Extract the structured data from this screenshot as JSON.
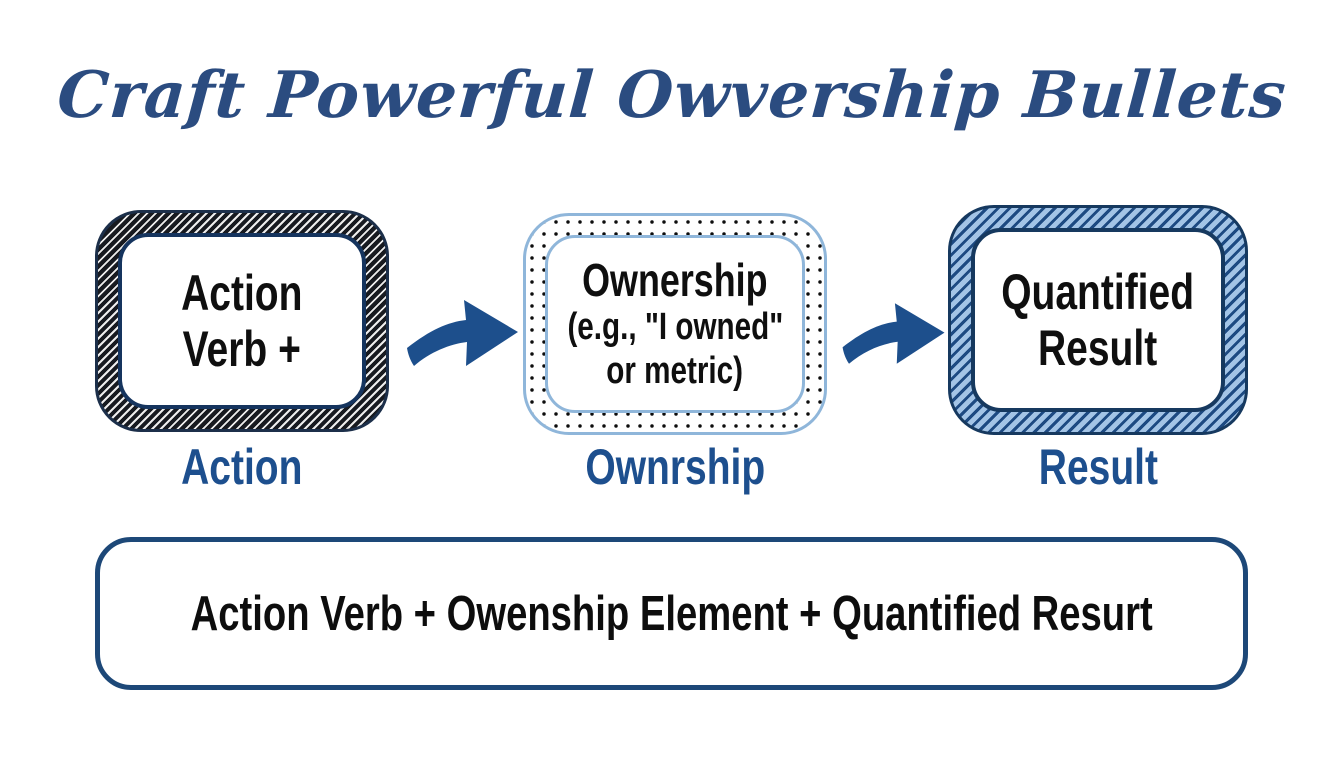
{
  "title": "Craft Powerful Owvership Bullets",
  "flow": {
    "boxes": [
      {
        "line1": "Action",
        "line2": "Verb +",
        "caption": "Action",
        "border_style": "black-hatched"
      },
      {
        "line1": "Ownership",
        "line2": "(e.g., \"I owned\"",
        "line3": "or metric)",
        "caption": "Ownrship",
        "border_style": "black-dotted-blue-outline"
      },
      {
        "line1": "Quantified",
        "line2": "Result",
        "caption": "Result",
        "border_style": "blue-hatched"
      }
    ]
  },
  "formula": "Action Verb + Owenship Element + Quantified Resurt",
  "colors": {
    "title_navy": "#2b4c80",
    "arrow_blue": "#1d4f8c",
    "caption_navy": "#1d4f8e",
    "formula_border_navy": "#1d4878",
    "blue_box_fill": "#a3c4e6",
    "blue_box_stripe": "#1d4a82",
    "dotted_border_blue": "#8fb6da",
    "box_text_black": "#0f0f0f"
  }
}
